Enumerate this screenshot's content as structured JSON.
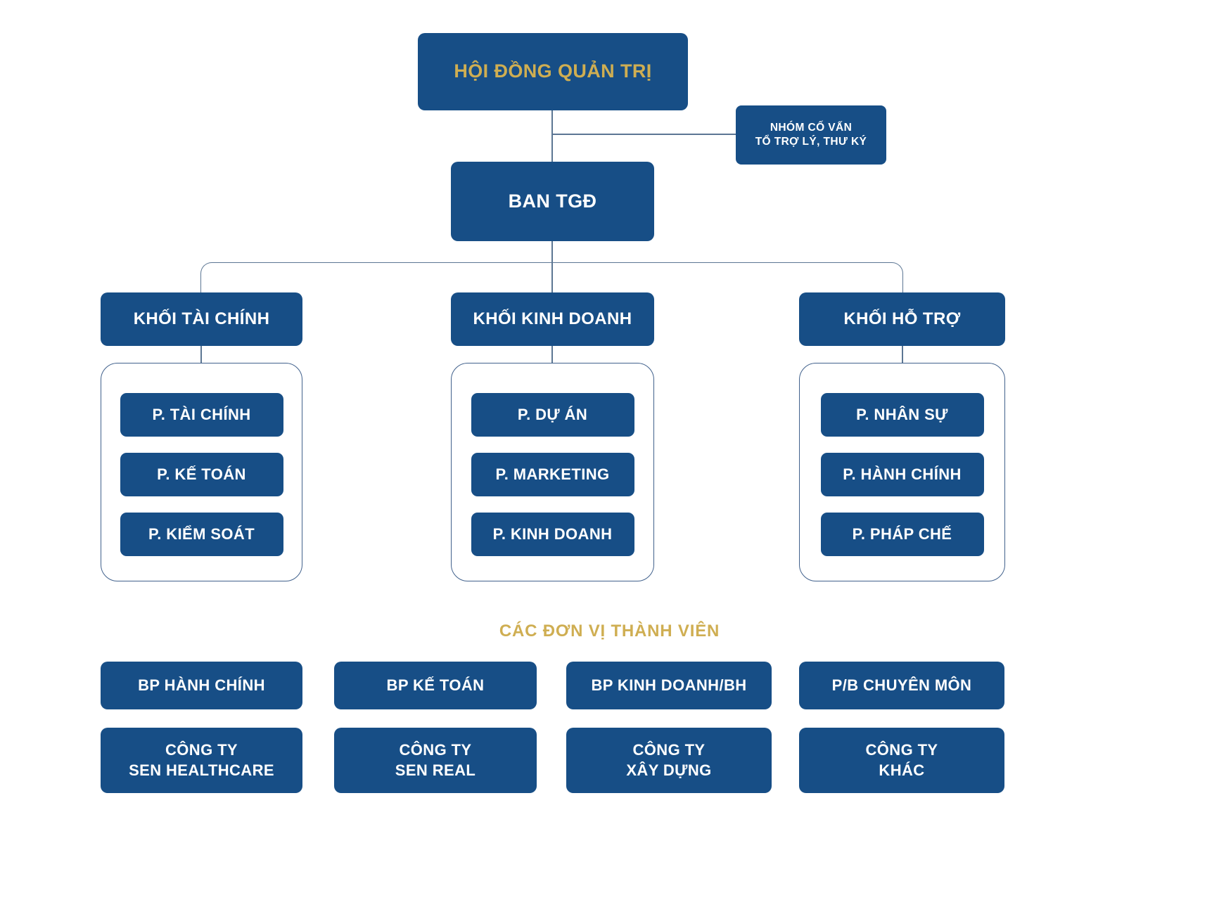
{
  "palette": {
    "box_blue": "#174E86",
    "gold": "#CFAE52",
    "line": "#5C7693",
    "container_border": "#41618C",
    "background": "#ffffff",
    "box_text": "#ffffff"
  },
  "org": {
    "board": "HỘI ĐỒNG QUẢN TRỊ",
    "advisory": {
      "line1": "NHÓM CỐ VẤN",
      "line2": "TỔ TRỢ LÝ, THƯ KÝ"
    },
    "ceo": "BAN TGĐ",
    "divisions": [
      {
        "label": "KHỐI TÀI CHÍNH",
        "departments": [
          "P. TÀI CHÍNH",
          "P. KẾ TOÁN",
          "P. KIỂM SOÁT"
        ]
      },
      {
        "label": "KHỐI KINH DOANH",
        "departments": [
          "P. DỰ ÁN",
          "P. MARKETING",
          "P. KINH DOANH"
        ]
      },
      {
        "label": "KHỐI HỖ TRỢ",
        "departments": [
          "P. NHÂN SỰ",
          "P. HÀNH CHÍNH",
          "P. PHÁP CHẾ"
        ]
      }
    ],
    "members_title": "CÁC ĐƠN VỊ THÀNH VIÊN",
    "member_units": [
      "BP HÀNH CHÍNH",
      "BP KẾ TOÁN",
      "BP KINH DOANH/BH",
      "P/B CHUYÊN MÔN"
    ],
    "companies": [
      {
        "line1": "CÔNG TY",
        "line2": "SEN HEALTHCARE"
      },
      {
        "line1": "CÔNG TY",
        "line2": "SEN REAL"
      },
      {
        "line1": "CÔNG TY",
        "line2": "XÂY DỰNG"
      },
      {
        "line1": "CÔNG TY",
        "line2": "KHÁC"
      }
    ]
  }
}
